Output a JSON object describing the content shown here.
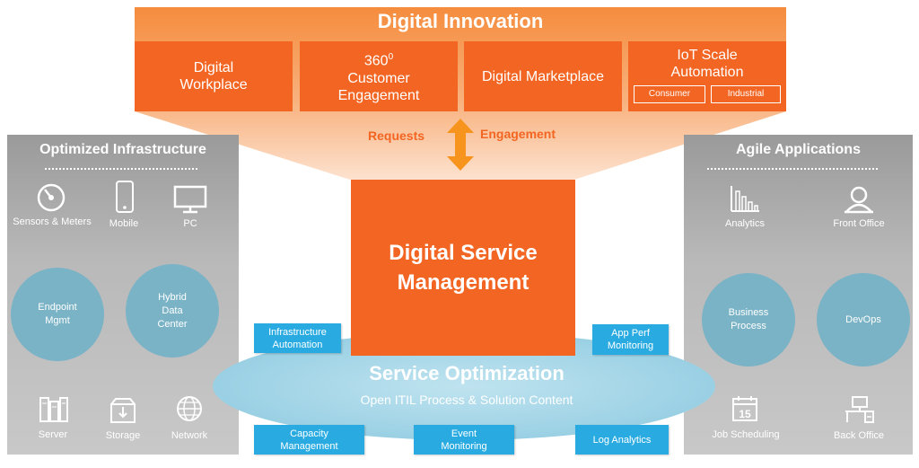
{
  "top": {
    "title": "Digital Innovation",
    "boxes": {
      "workplace": "Digital\nWorkplace",
      "customer_main": "360",
      "customer_sup": "0",
      "customer_rest": "Customer\nEngagement",
      "marketplace": "Digital Marketplace",
      "iot": "IoT Scale\nAutomation",
      "iot_consumer": "Consumer",
      "iot_industrial": "Industrial"
    }
  },
  "flow": {
    "requests": "Requests",
    "engagement": "Engagement"
  },
  "left_panel": {
    "title": "Optimized Infrastructure",
    "icons": {
      "sensors": "Sensors & Meters",
      "mobile": "Mobile",
      "pc": "PC",
      "server": "Server",
      "storage": "Storage",
      "network": "Network"
    },
    "circles": {
      "endpoint": "Endpoint\nMgmt",
      "hybrid": "Hybrid\nData\nCenter"
    }
  },
  "right_panel": {
    "title": "Agile Applications",
    "icons": {
      "analytics": "Analytics",
      "front_office": "Front Office",
      "job_scheduling": "Job Scheduling",
      "back_office": "Back Office",
      "calendar_day": "15"
    },
    "circles": {
      "business": "Business\nProcess",
      "devops": "DevOps"
    }
  },
  "center": {
    "title_line1": "Digital Service",
    "title_line2": "Management"
  },
  "optimization": {
    "title": "Service Optimization",
    "subtitle": "Open ITIL Process & Solution Content",
    "boxes": {
      "infra": "Infrastructure\nAutomation",
      "appperf": "App Perf\nMonitoring",
      "capacity": "Capacity\nManagement",
      "event": "Event\nMonitoring",
      "log": "Log Analytics"
    }
  },
  "colors": {
    "orange": "#f26522",
    "light_orange": "#f9a46b",
    "blue": "#29abe2",
    "grey": "#a6a6a6",
    "circle": "#7ab3c6"
  }
}
